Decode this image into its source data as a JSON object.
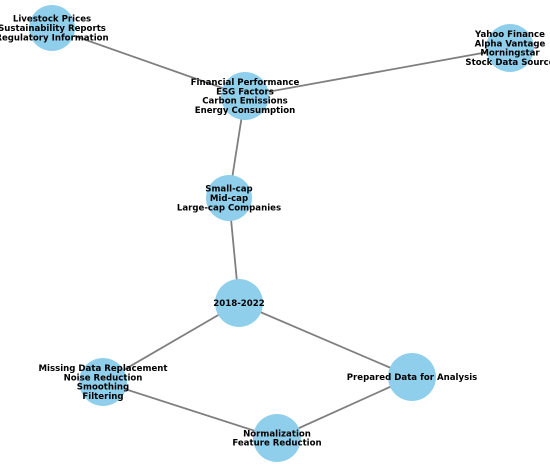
{
  "colors": {
    "node": "#8fcfeb",
    "edge": "#7f7f7f",
    "text": "#000000"
  },
  "nodes": [
    {
      "id": "data-sources-misc",
      "lines": [
        "Livestock Prices",
        "Sustainability Reports",
        "Regulatory Information"
      ]
    },
    {
      "id": "data-sources-finance",
      "lines": [
        "Yahoo Finance",
        "Alpha Vantage",
        "Morningstar",
        "Stock Data Source"
      ]
    },
    {
      "id": "features",
      "lines": [
        "Financial Performance",
        "ESG Factors",
        "Carbon Emissions",
        "Energy Consumption"
      ]
    },
    {
      "id": "company-size",
      "lines": [
        "Small-cap",
        "Mid-cap",
        "Large-cap Companies"
      ]
    },
    {
      "id": "period",
      "lines": [
        "2018-2022"
      ]
    },
    {
      "id": "cleaning",
      "lines": [
        "Missing Data Replacement",
        "Noise Reduction",
        "Smoothing",
        "Filtering"
      ]
    },
    {
      "id": "prepared",
      "lines": [
        "Prepared Data for Analysis"
      ]
    },
    {
      "id": "normalization",
      "lines": [
        "Normalization",
        "Feature Reduction"
      ]
    }
  ],
  "edges": [
    [
      "data-sources-misc",
      "features"
    ],
    [
      "data-sources-finance",
      "features"
    ],
    [
      "features",
      "company-size"
    ],
    [
      "company-size",
      "period"
    ],
    [
      "period",
      "cleaning"
    ],
    [
      "period",
      "prepared"
    ],
    [
      "cleaning",
      "normalization"
    ],
    [
      "normalization",
      "prepared"
    ]
  ]
}
